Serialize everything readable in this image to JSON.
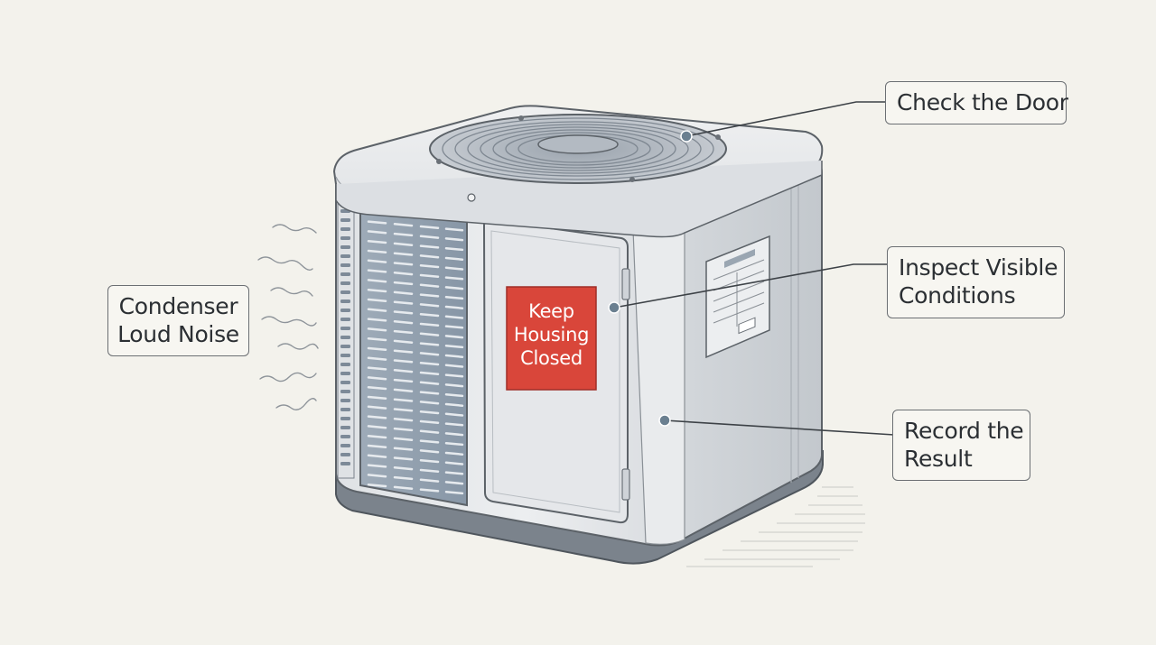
{
  "sign": {
    "line1": "Keep",
    "line2": "Housing",
    "line3": "Closed"
  },
  "callouts": {
    "condenser": {
      "line1": "Condenser",
      "line2": "Loud Noise"
    },
    "door": {
      "line1": "Check the Door"
    },
    "inspect": {
      "line1": "Inspect Visible",
      "line2": "Conditions"
    },
    "record": {
      "line1": "Record the",
      "line2": "Result"
    }
  },
  "colors": {
    "background": "#f3f2ec",
    "sign_red": "#d9463a",
    "unit_body": "#e4e6e8",
    "louver": "#8e9cab",
    "outline": "#5c6268"
  }
}
